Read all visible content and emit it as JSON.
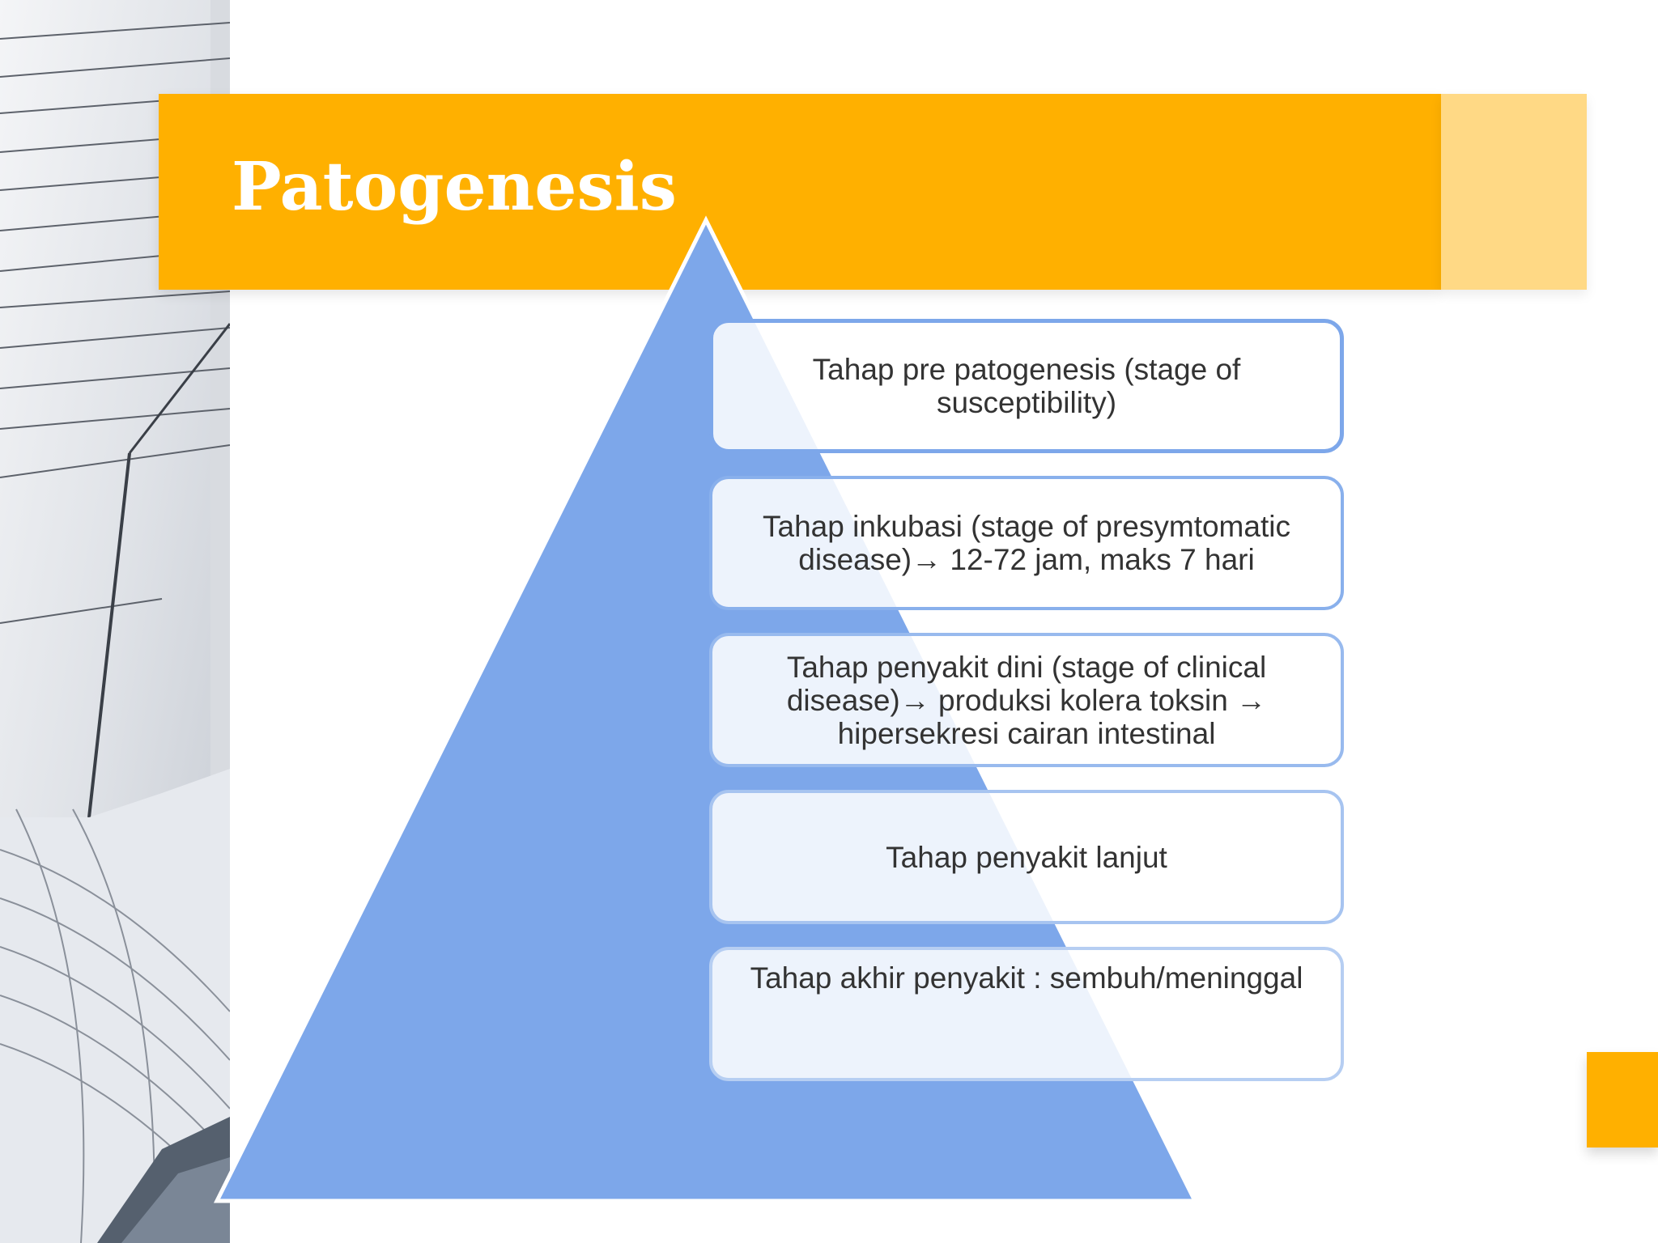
{
  "slide": {
    "title": "Patogenesis"
  },
  "diagram": {
    "type": "pyramid-list",
    "stages": [
      {
        "label": "Tahap pre patogenesis (stage of susceptibility)"
      },
      {
        "label": "Tahap inkubasi (stage of presymtomatic disease)→ 12-72 jam, maks 7 hari"
      },
      {
        "label": "Tahap penyakit dini (stage of clinical disease)→ produksi kolera toksin → hipersekresi cairan intestinal"
      },
      {
        "label": "Tahap penyakit lanjut"
      },
      {
        "label": "Tahap akhir penyakit : sembuh/meninggal"
      }
    ]
  },
  "colors": {
    "title_band": "#FFB000",
    "title_band_accent": "#FFD985",
    "title_text": "#FFFFFF",
    "pyramid_fill": "#7DA7EA",
    "box_border": "#7DA7EA",
    "box_text": "#333333",
    "corner_square": "#FFB000"
  }
}
